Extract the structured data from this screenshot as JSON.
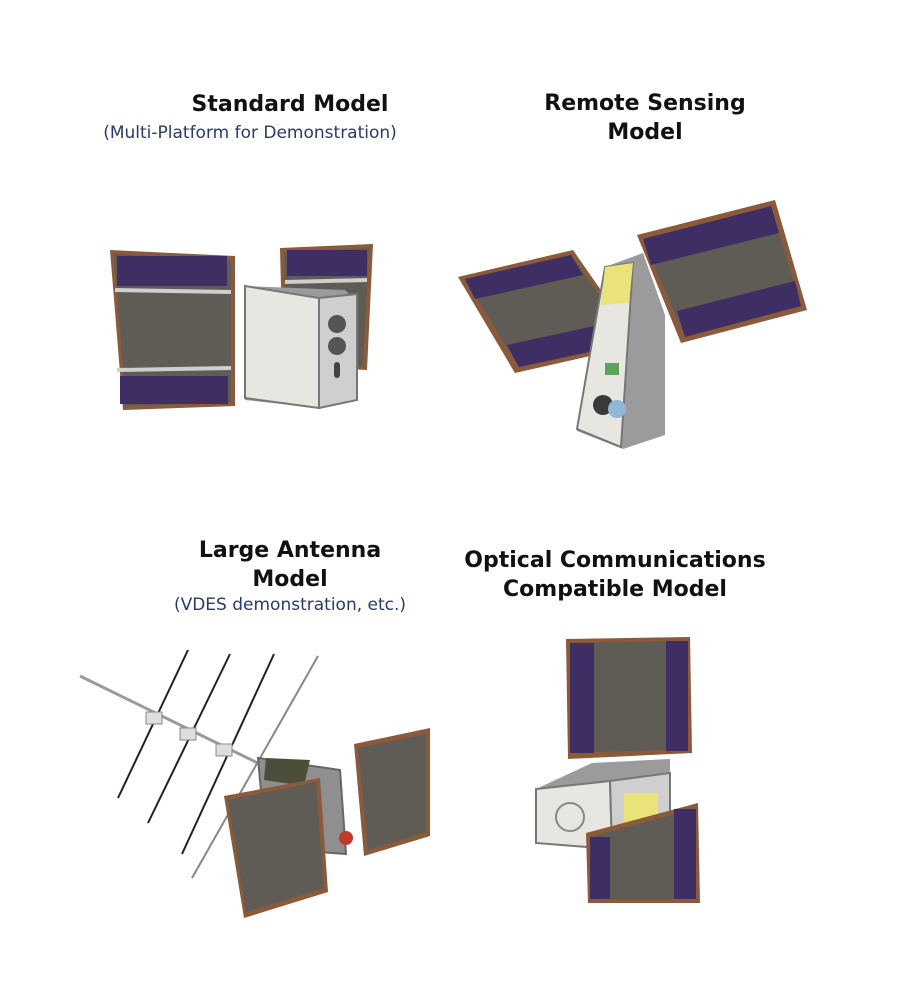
{
  "colors": {
    "title": "#111111",
    "subtitle": "#2b3a66",
    "solar_cell": "#3f2e63",
    "panel_frame": "#8a5a3a",
    "panel_back": "#5f5c55",
    "bus_face": "#e7e6e0",
    "bus_metal": "#9b9b9b",
    "sensor_yellow": "#e9e37a"
  },
  "models": [
    {
      "title": "Standard Model",
      "subtitle": "(Multi-Platform for Demonstration)",
      "image_icon": "cubesat-standard-icon"
    },
    {
      "title": "Remote Sensing\nModel",
      "subtitle": "",
      "image_icon": "cubesat-remote-sensing-icon"
    },
    {
      "title": "Large Antenna\nModel",
      "subtitle": "(VDES demonstration, etc.)",
      "image_icon": "cubesat-large-antenna-icon"
    },
    {
      "title": "Optical Communications\nCompatible Model",
      "subtitle": "",
      "image_icon": "cubesat-optical-comm-icon"
    }
  ]
}
